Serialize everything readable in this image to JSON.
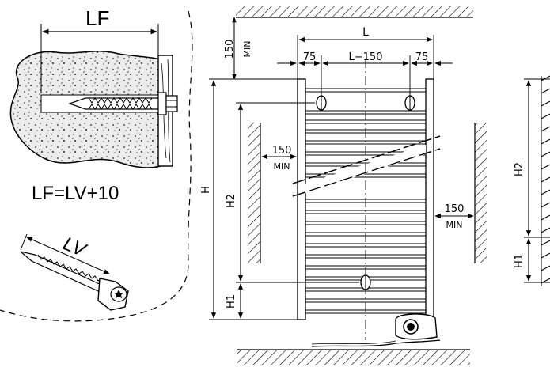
{
  "anchor_detail": {
    "lf_label": "LF",
    "formula": "LF=LV+10",
    "screw_label": "LV"
  },
  "front_view": {
    "top_clearance": {
      "value": "150",
      "unit": "MIN"
    },
    "overall_width": "L",
    "bracket_offset_left": "75",
    "bracket_spacing": "L−150",
    "bracket_offset_right": "75",
    "height_label": "H",
    "h2_label": "H2",
    "h1_label": "H1",
    "left_clearance": {
      "value": "150",
      "unit": "MIN"
    },
    "right_clearance": {
      "value": "150",
      "unit": "MIN"
    }
  },
  "side_view": {
    "h2_label": "H2",
    "h1_label": "H1"
  },
  "colors": {
    "ink": "#000000",
    "paper": "#ffffff",
    "concrete": "#e9e9e9"
  }
}
